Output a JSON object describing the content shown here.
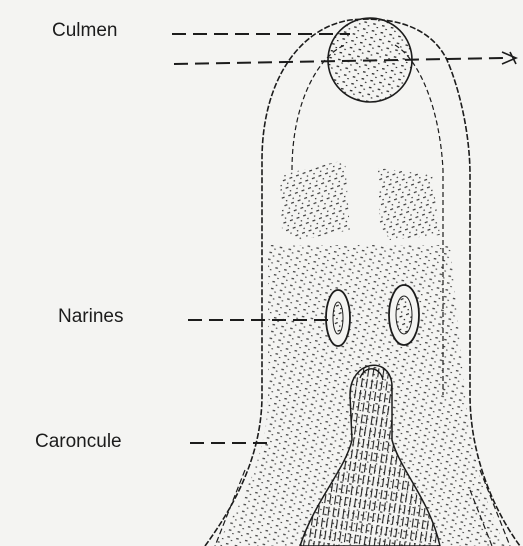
{
  "diagram": {
    "labels": {
      "culmen": "Culmen",
      "narines": "Narines",
      "caroncule": "Caroncule"
    },
    "colors": {
      "paper": "#f4f4f2",
      "ink": "#1c1c1c"
    }
  }
}
